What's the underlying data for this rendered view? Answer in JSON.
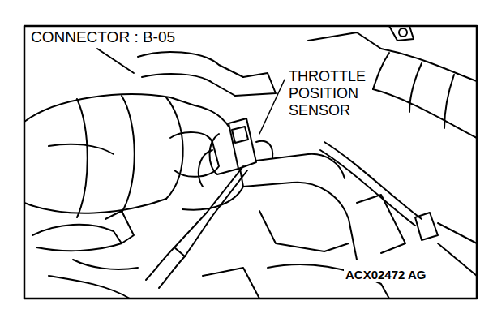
{
  "diagram": {
    "labels": [
      "CONNECTOR : B-05",
      "THROTTLE POSITION SENSOR",
      "ACX02472 AG"
    ]
  }
}
